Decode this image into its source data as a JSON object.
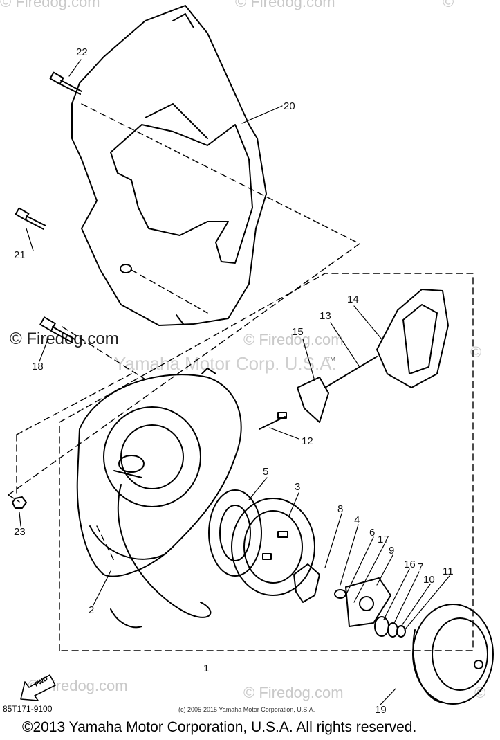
{
  "callouts": {
    "c1": "1",
    "c2": "2",
    "c3": "3",
    "c4": "4",
    "c5": "5",
    "c6": "6",
    "c7": "7",
    "c8": "8",
    "c9": "9",
    "c10": "10",
    "c11": "11",
    "c12": "12",
    "c13": "13",
    "c14": "14",
    "c15": "15",
    "c16": "16",
    "c17": "17",
    "c18": "18",
    "c19": "19",
    "c20": "20",
    "c21": "21",
    "c22": "22",
    "c23": "23"
  },
  "watermarks": {
    "firedog": "Firedog.com",
    "firedog_marked": "© Firedog.com",
    "yamaha": "Yamaha Motor Corp. U.S.A.",
    "tm": "TM"
  },
  "part_code": "85T171-9100",
  "small_copyright": "(c) 2005-2015 Yamaha Motor Corporation, U.S.A.",
  "footer_copyright": "©2013 Yamaha Motor Corporation, U.S.A. All rights reserved.",
  "fwd_label": "FWD"
}
